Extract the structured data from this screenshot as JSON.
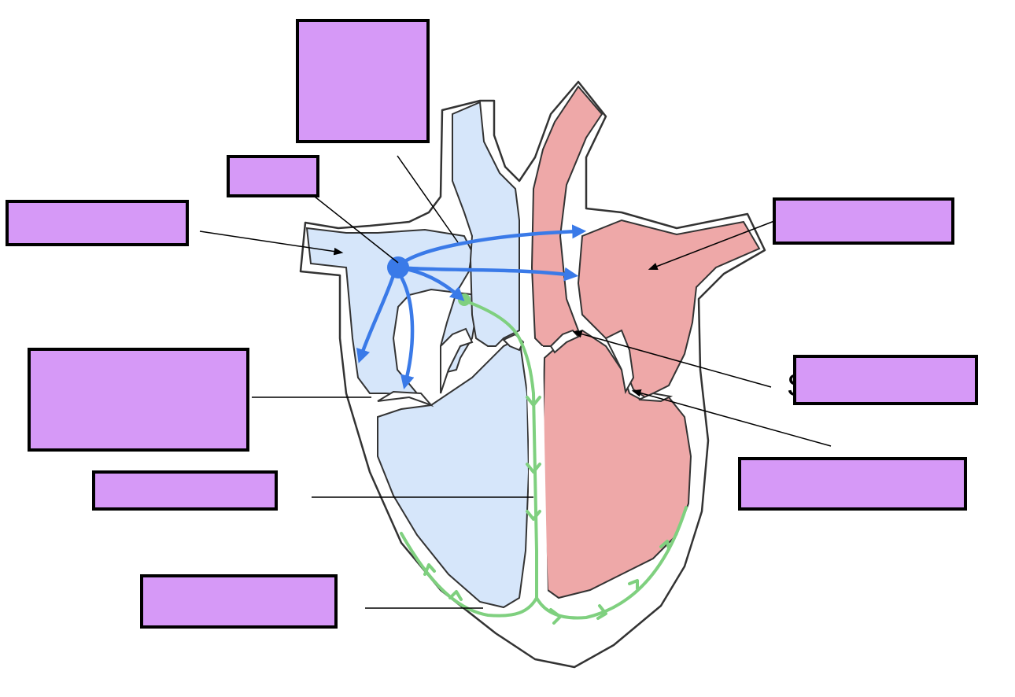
{
  "colors": {
    "label_box_fill": "#d699f7",
    "right_heart_fill": "#d6e6fa",
    "left_heart_fill": "#eea8a8",
    "conduction_pathway": "#7fd07f",
    "impulse_arrows": "#3a7ae8",
    "outline": "#333333"
  },
  "labels": [
    {
      "id": "label-top-center",
      "text": ""
    },
    {
      "id": "label-sa-node",
      "text": ""
    },
    {
      "id": "label-upper-left",
      "text": ""
    },
    {
      "id": "label-mid-left-large",
      "text": ""
    },
    {
      "id": "label-septum",
      "text": ""
    },
    {
      "id": "label-bottom-left",
      "text": ""
    },
    {
      "id": "label-upper-right",
      "text": ""
    },
    {
      "id": "label-mid-right",
      "text": ""
    },
    {
      "id": "label-lower-right",
      "text": ""
    }
  ],
  "partial_text": "S"
}
